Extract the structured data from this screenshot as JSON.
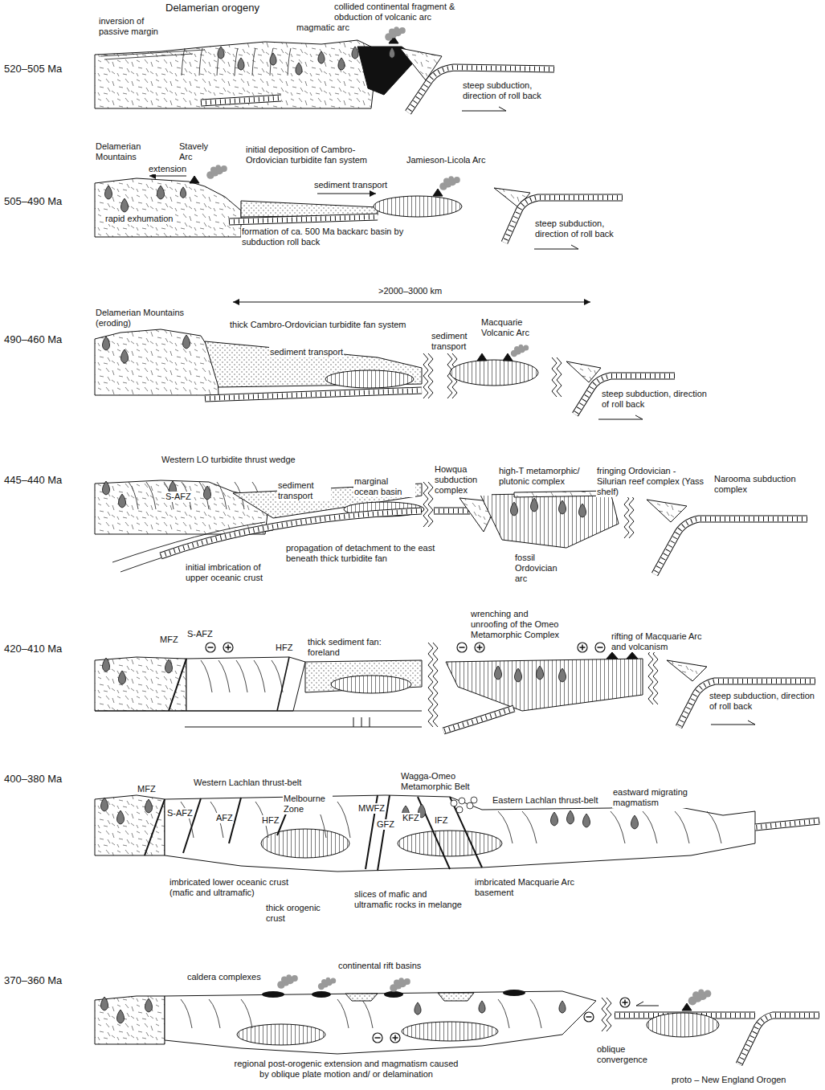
{
  "diagram": {
    "labels": [
      "520–505 Ma",
      "inversion of passive margin",
      "Delamerian orogeny",
      "magmatic arc",
      "collided continental fragment & obduction of volcanic arc",
      "steep subduction, direction of roll back",
      "505–490 Ma",
      "Delamerian Mountains",
      "Stavely Arc",
      "extension",
      "initial deposition of Cambro-Ordovician turbidite fan system",
      "sediment transport",
      "Jamieson-Licola Arc",
      "rapid exhumation",
      "formation of ca. 500 Ma backarc basin by subduction roll back",
      "steep subduction, direction of roll back",
      ">2000–3000 km",
      "490–460 Ma",
      "Delamerian Mountains (eroding)",
      "thick Cambro-Ordovician turbidite fan system",
      "sediment transport",
      "sediment transport",
      "Macquarie Volcanic Arc",
      "steep subduction, direction of roll back",
      "445–440 Ma",
      "Western LO turbidite thrust wedge",
      "S-AFZ",
      "sediment transport",
      "marginal ocean basin",
      "Howqua subduction complex",
      "high-T metamorphic/ plutonic complex",
      "fringing Ordovician -Silurian reef complex (Yass shelf)",
      "Narooma subduction complex",
      "initial imbrication of upper oceanic crust",
      "propagation of detachment to the east beneath thick turbidite fan",
      "fossil Ordovician arc",
      "420–410 Ma",
      "MFZ",
      "S-AFZ",
      "HFZ",
      "thick sediment fan: foreland",
      "wrenching and unroofing of the Omeo Metamorphic Complex",
      "rifting of Macquarie Arc and volcanism",
      "steep subduction, direction of roll back",
      "400–380 Ma",
      "MFZ",
      "S-AFZ",
      "Western Lachlan thrust-belt",
      "AFZ",
      "HFZ",
      "Melbourne Zone",
      "MWFZ",
      "GFZ",
      "KFZ",
      "Wagga-Omeo Metamorphic Belt",
      "IFZ",
      "Eastern Lachlan thrust-belt",
      "eastward migrating magmatism",
      "imbricated lower oceanic crust (mafic and ultramafic)",
      "thick orogenic crust",
      "slices of mafic and ultramafic rocks in melange",
      "imbricated Macquarie Arc basement",
      "370–360 Ma",
      "caldera complexes",
      "continental rift basins",
      "oblique convergence",
      "regional post-orogenic extension and magmatism caused by oblique plate motion and/ or delamination",
      "proto – New England Orogen"
    ]
  }
}
